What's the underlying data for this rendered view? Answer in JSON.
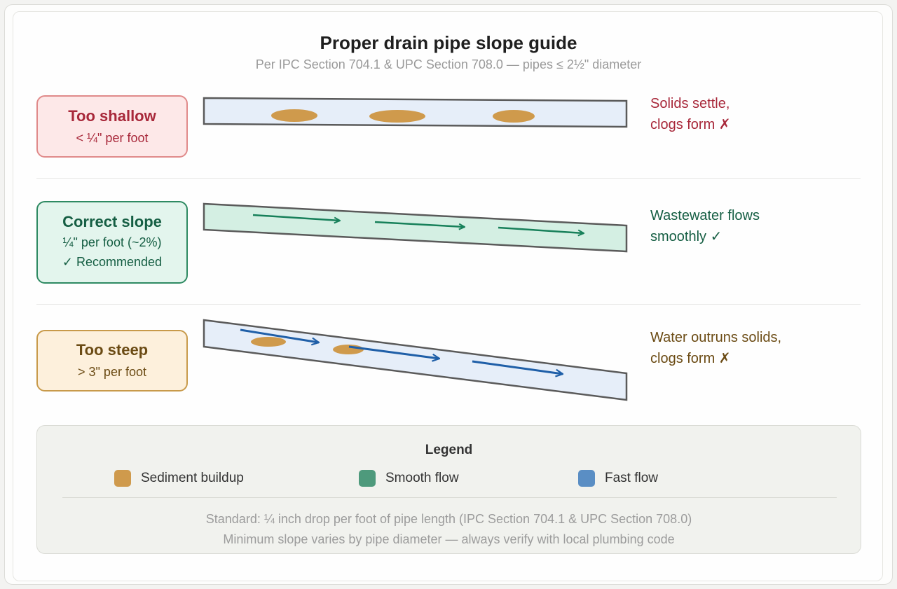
{
  "header": {
    "title": "Proper drain pipe slope guide",
    "subtitle": "Per IPC Section 704.1 & UPC Section 708.0 — pipes ≤ 2½\" diameter"
  },
  "rows": [
    {
      "name": "Too shallow",
      "sub_lines": [
        "< ¼\" per foot"
      ],
      "note_lines": [
        "Solids settle,",
        "clogs form ✗"
      ],
      "accent": "#a8283a"
    },
    {
      "name": "Correct slope",
      "sub_lines": [
        "¼\" per foot (~2%)",
        "✓ Recommended"
      ],
      "note_lines": [
        "Wastewater flows",
        "smoothly ✓"
      ],
      "accent": "#155e43"
    },
    {
      "name": "Too steep",
      "sub_lines": [
        "> 3\" per foot"
      ],
      "note_lines": [
        "Water outruns solids,",
        "clogs form ✗"
      ],
      "accent": "#6b4b14"
    }
  ],
  "legend": {
    "title": "Legend",
    "items": [
      {
        "label": "Sediment buildup",
        "color": "#cf9a4c"
      },
      {
        "label": "Smooth flow",
        "color": "#4e9a7c"
      },
      {
        "label": "Fast flow",
        "color": "#5a8ec4"
      }
    ],
    "footnotes": [
      "Standard: ¼ inch drop per foot of pipe length (IPC Section 704.1 & UPC Section 708.0)",
      "Minimum slope varies by pipe diameter — always verify with local plumbing code"
    ]
  },
  "colors": {
    "pipe_fill_blue": "#e6eef9",
    "pipe_fill_green": "#d4efe3",
    "sediment": "#cf9a4c",
    "green_arrow": "#17805a",
    "blue_arrow": "#1f5fa8"
  }
}
